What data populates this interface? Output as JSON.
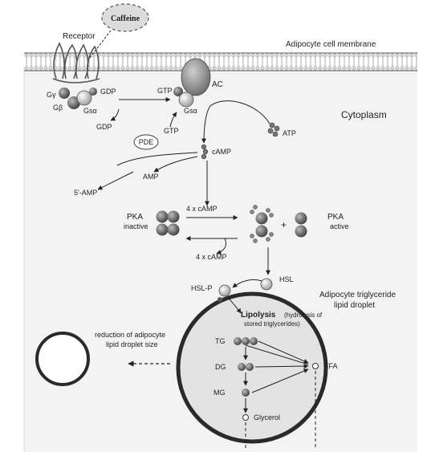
{
  "labels": {
    "caffeine": "Caffeine",
    "receptor": "Receptor",
    "membrane": "Adipocyte cell membrane",
    "cytoplasm": "Cytoplasm",
    "g_gamma": "Gγ",
    "g_beta": "Gβ",
    "gs_alpha_left": "Gsα",
    "gdp_top": "GDP",
    "gdp_released": "GDP",
    "gtp_top": "GTP",
    "gs_alpha_right": "Gsα",
    "gtp_bottom": "GTP",
    "ac": "AC",
    "atp": "ATP",
    "pde": "PDE",
    "camp": "cAMP",
    "amp": "AMP",
    "amp5": "5'-AMP",
    "four_camp_top": "4 x cAMP",
    "four_camp_bottom": "4 x cAMP",
    "pka_inactive_1": "PKA",
    "pka_inactive_2": "inactive",
    "plus": "+",
    "pka_active_1": "PKA",
    "pka_active_2": "active",
    "hsl": "HSL",
    "hsl_p": "HSL-P",
    "droplet_1": "Adipocyte triglyceride",
    "droplet_2": "lipid droplet",
    "lipolysis": "Lipolysis",
    "lipolysis_note_1": "(hydrolysis of",
    "lipolysis_note_2": "stored triglycerides)",
    "tg": "TG",
    "dg": "DG",
    "mg": "MG",
    "ffa": "FFA",
    "glycerol": "Glycerol",
    "reduction_1": "reduction of adipocyte",
    "reduction_2": "lipid droplet size"
  },
  "colors": {
    "background": "#ffffff",
    "cell": "#f3f3f3",
    "droplet": "#e3e3e3",
    "dark": "#2a2a2a",
    "protein": "#5a5a5a",
    "membrane_pattern": "#c8c8c8"
  }
}
